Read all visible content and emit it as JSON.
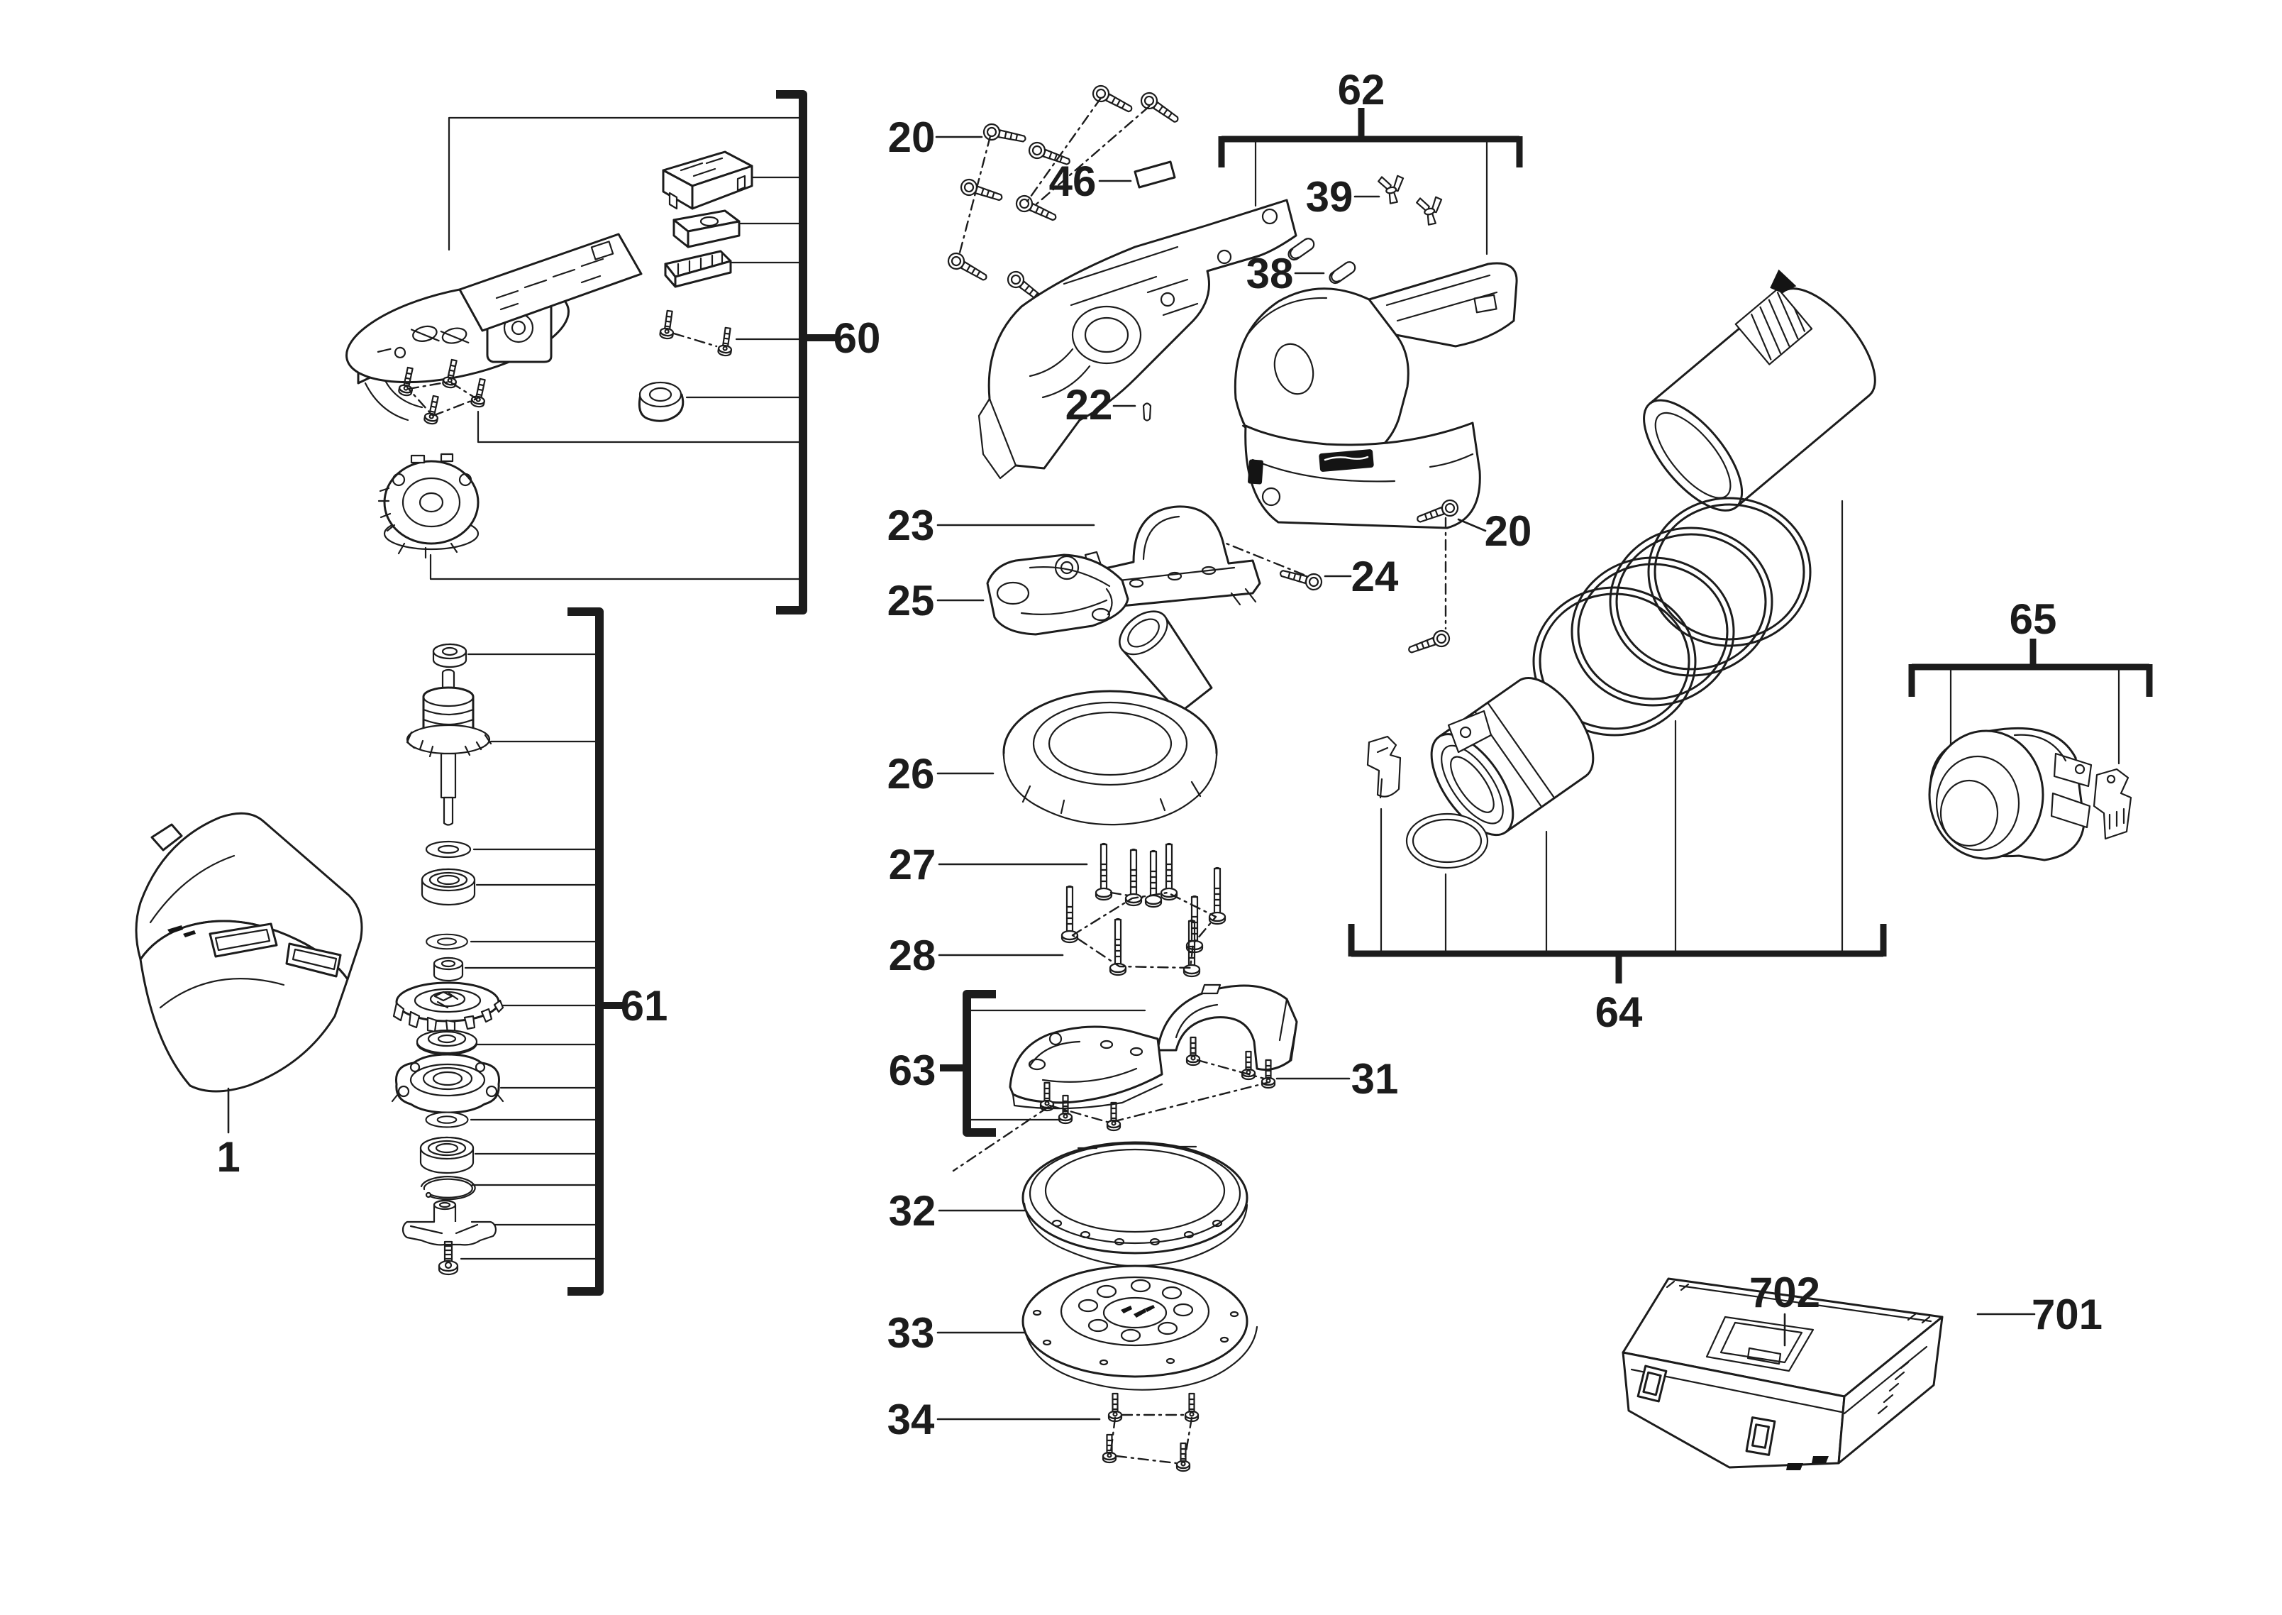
{
  "diagram": {
    "background": "#ffffff",
    "ink_color": "#1c1c1c",
    "callouts": {
      "part_1": "1",
      "part_20_top": "20",
      "part_20_side": "20",
      "part_22": "22",
      "part_23": "23",
      "part_24": "24",
      "part_25": "25",
      "part_26": "26",
      "part_27": "27",
      "part_28": "28",
      "part_31": "31",
      "part_32": "32",
      "part_33": "33",
      "part_34": "34",
      "part_38": "38",
      "part_39": "39",
      "part_46": "46",
      "group_60": "60",
      "group_61": "61",
      "group_62": "62",
      "group_63": "63",
      "group_64": "64",
      "group_65": "65",
      "part_701": "701",
      "part_702": "702"
    }
  }
}
